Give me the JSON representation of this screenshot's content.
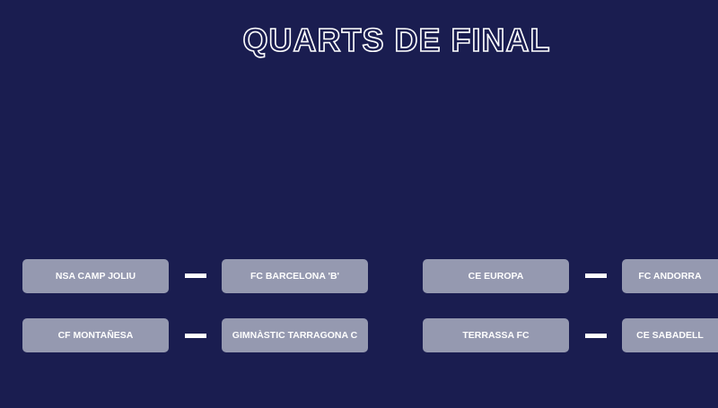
{
  "title": "QUARTS DE FINAL",
  "matches": [
    {
      "home": "NSA CAMP JOLIU",
      "away": "FC BARCELONA 'B'"
    },
    {
      "home": "CF MONTAÑESA",
      "away": "GIMNÀSTIC TARRAGONA C"
    },
    {
      "home": "CE EUROPA",
      "away": "FC ANDORRA"
    },
    {
      "home": "TERRASSA FC",
      "away": "CE SABADELL"
    }
  ]
}
